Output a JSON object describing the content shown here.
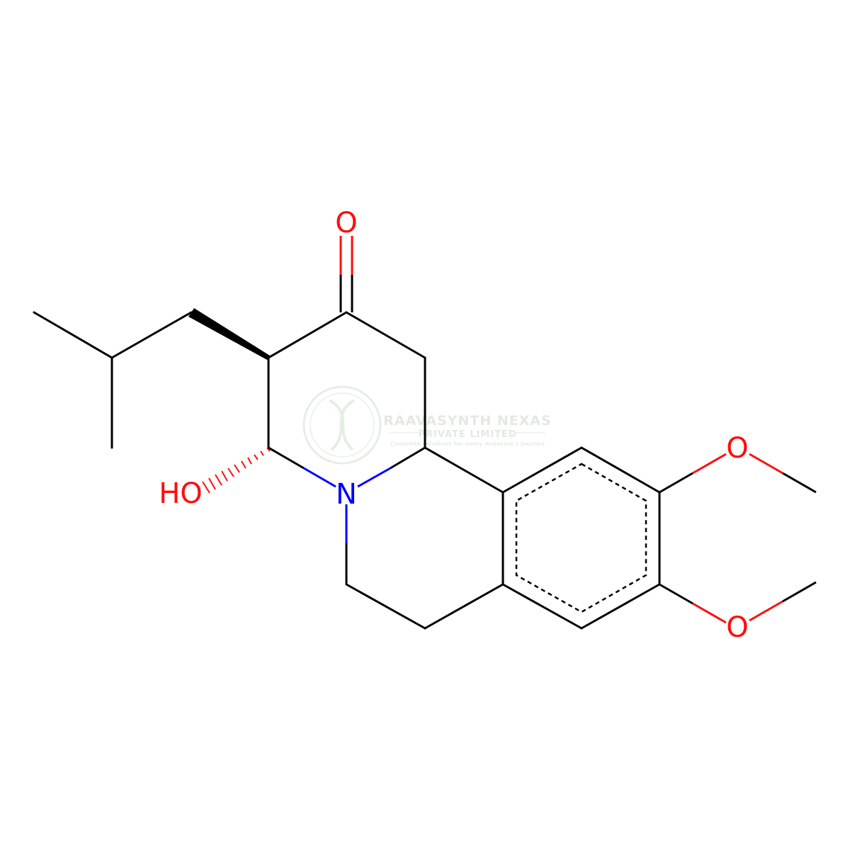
{
  "molecule": {
    "atoms": {
      "carbonyl_oxygen": "O",
      "hydroxyl": "HO",
      "ring_nitrogen": "N",
      "methoxy_oxygen_upper": "O",
      "methoxy_oxygen_lower": "O"
    }
  },
  "watermark": {
    "company": "RAAVASYNTH NEXAS",
    "subtitle": "PRIVATE LIMITED",
    "tagline": "Complete solutions for every molecule's journey"
  },
  "colors": {
    "bond": "#000000",
    "oxygen": "#ff0d0d",
    "nitrogen": "#0000ff",
    "watermark": "#cfd6cf"
  }
}
